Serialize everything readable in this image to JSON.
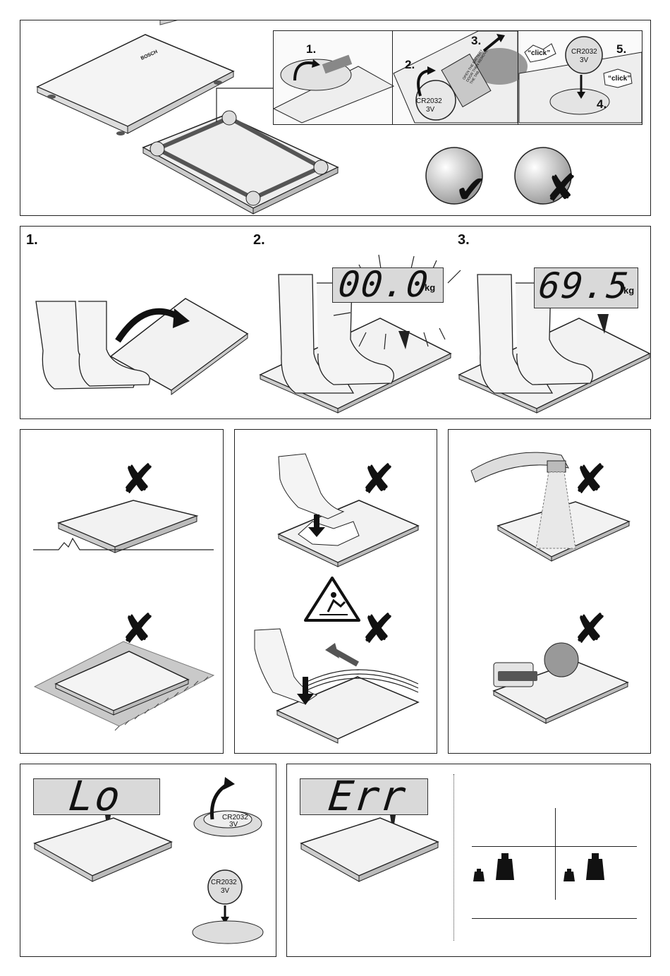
{
  "panel1": {
    "brand": "BOSCH",
    "steps": [
      "1.",
      "2.",
      "3.",
      "4.",
      "5."
    ],
    "battery_label": "CR2032",
    "battery_voltage": "3V",
    "click_text": "“click”",
    "tab_text": "OPEN THE BATTERY DOOR THEN REMOVE THE TAB",
    "check_symbol": "✔",
    "cross_symbol": "✘"
  },
  "panel2": {
    "steps": [
      "1.",
      "2.",
      "3."
    ],
    "display_initial": "00.0",
    "display_weight": "69.5",
    "unit": "kg"
  },
  "warnings": {
    "cross_symbol": "✘"
  },
  "panel_lo": {
    "display": "Lo",
    "battery_label": "CR2032",
    "battery_voltage": "3V"
  },
  "panel_err": {
    "display": "Err"
  },
  "icons": {
    "weight_small": "weight-small-icon",
    "weight_large": "weight-large-icon",
    "slip_warning": "slip-warning-icon",
    "check": "check-mark-icon",
    "cross": "cross-mark-icon"
  }
}
